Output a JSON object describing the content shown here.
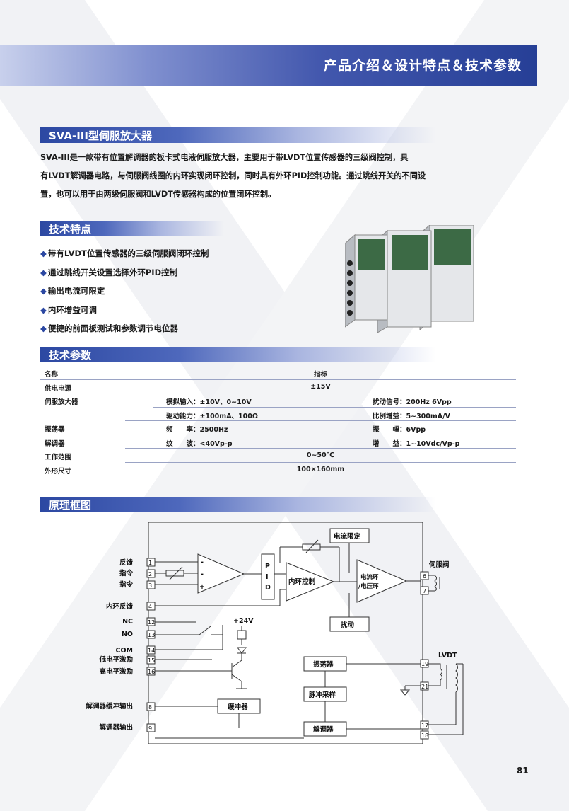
{
  "header": {
    "title": "产品介绍＆设计特点＆技术参数"
  },
  "section1": {
    "title": "SVA-III型伺服放大器",
    "lines": [
      "SVA-III是一款带有位置解调器的板卡式电液伺服放大器，主要用于带LVDT位置传感器的三级阀控制，具",
      "有LVDT解调器电路，与伺服阀线圈的内环实现闭环控制，同时具有外环PID控制功能。通过跳线开关的不同设",
      "置，也可以用于由两级伺服阀和LVDT传感器构成的位置闭环控制。"
    ]
  },
  "section2": {
    "title": "技术特点",
    "items": [
      "带有LVDT位置传感器的三级伺服阀闭环控制",
      "通过跳线开关设置选择外环PID控制",
      "输出电流可限定",
      "内环增益可调",
      "便捷的前面板测试和参数调节电位器"
    ]
  },
  "section3": {
    "title": "技术参数",
    "head": [
      "名称",
      "指标"
    ],
    "power": [
      "供电电源",
      "±15V"
    ],
    "amp": [
      "伺服放大器",
      "模拟输入：±10V、0~10V",
      "扰动信号：200Hz 6Vpp",
      "驱动能力：±100mA、100Ω",
      "比例增益：5~300mA/V"
    ],
    "osc": [
      "振荡器",
      "频　　率：2500Hz",
      "振　　幅：6Vpp"
    ],
    "demod": [
      "解调器",
      "纹　　波：<40Vp-p",
      "增　　益：1~10Vdc/Vp-p"
    ],
    "temp": [
      "工作范围",
      "0~50℃"
    ],
    "size": [
      "外形尺寸",
      "100×160mm"
    ]
  },
  "section4": {
    "title": "原理框图",
    "labels": {
      "fb": "反馈",
      "cmd1": "指令",
      "cmd2": "指令",
      "inner_fb": "内环反馈",
      "nc": "NC",
      "no": "NO",
      "com": "COM",
      "low": "低电平激励",
      "high": "高电平激励",
      "buf_out": "解调器缓冲输出",
      "demod_out": "解调器输出",
      "p": "P",
      "i": "I",
      "d": "D",
      "inner_ctrl": "内环控制",
      "cur_limit": "电流限定",
      "cur_ring": "电流环",
      "volt_ring": "/电压环",
      "dither": "扰动",
      "v24": "+24V",
      "osc": "振荡器",
      "pulse": "脉冲采样",
      "buffer": "缓冲器",
      "demod": "解调器",
      "servo": "伺服阀",
      "lvdt": "LVDT",
      "plus": "+",
      "minus1": "-",
      "minus2": "-"
    },
    "pins": {
      "p1": "1",
      "p2": "2",
      "p3": "3",
      "p4": "4",
      "p12": "12",
      "p13": "13",
      "p14": "14",
      "p15": "15",
      "p16": "16",
      "p8": "8",
      "p9": "9",
      "p6": "6",
      "p7": "7",
      "p19": "19",
      "p21": "21",
      "p17": "17",
      "p18": "18"
    }
  },
  "page": {
    "number": "81"
  },
  "colors": {
    "brand_blue": "#2c48a2",
    "banner_dark": "#263f96"
  }
}
